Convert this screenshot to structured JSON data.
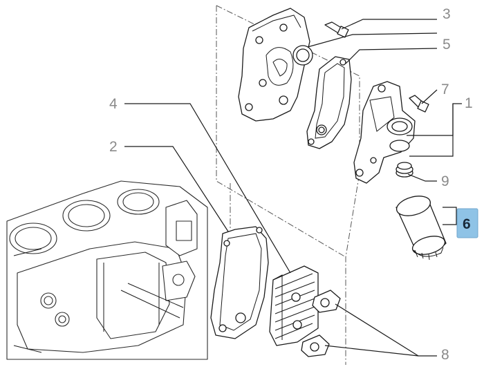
{
  "callouts": [
    {
      "id": "3",
      "label": "3",
      "highlighted": false
    },
    {
      "id": "5",
      "label": "5",
      "highlighted": false
    },
    {
      "id": "7",
      "label": "7",
      "highlighted": false
    },
    {
      "id": "1",
      "label": "1",
      "highlighted": false
    },
    {
      "id": "4",
      "label": "4",
      "highlighted": false
    },
    {
      "id": "2",
      "label": "2",
      "highlighted": false
    },
    {
      "id": "9",
      "label": "9",
      "highlighted": false
    },
    {
      "id": "6",
      "label": "6",
      "highlighted": true
    },
    {
      "id": "8",
      "label": "8",
      "highlighted": false
    }
  ],
  "colors": {
    "highlight_fill": "#8fc3e6",
    "callout_text": "#8a8a8a",
    "highlight_text": "#1a2a3a",
    "line_art": "#1a1a1a"
  },
  "parts": [
    "housing-cover-part",
    "housing-gasket-part",
    "filter-support-part",
    "cooler-gasket-part",
    "oil-cooler-part",
    "oil-filter-part",
    "fitting-part",
    "bolt-3-part",
    "bolt-7-part",
    "seal-ring-part",
    "engine-block"
  ]
}
